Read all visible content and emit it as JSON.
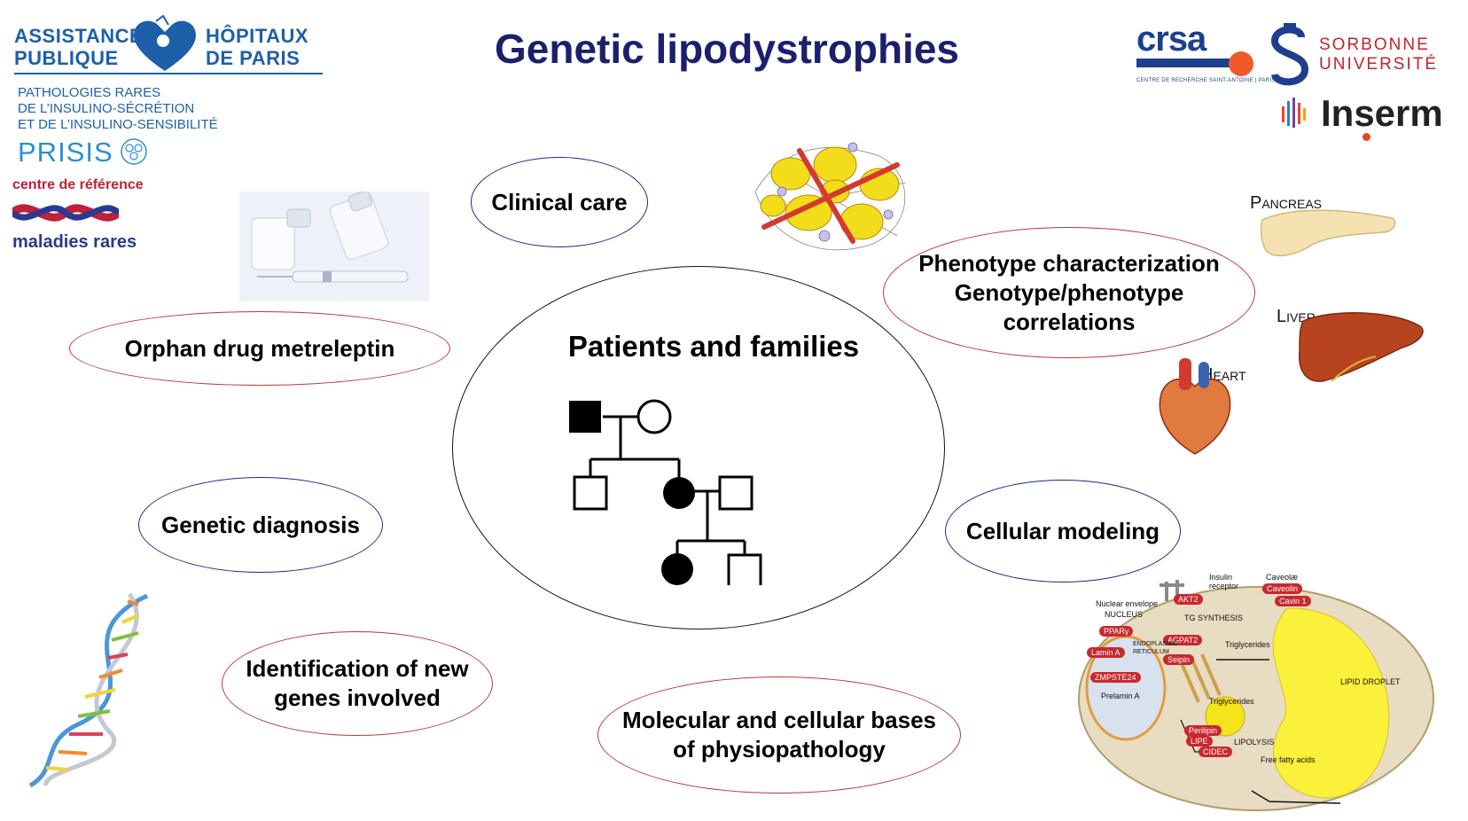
{
  "title": "Genetic lipodystrophies",
  "center": {
    "label": "Patients and families"
  },
  "nodes": {
    "clinical_care": "Clinical care",
    "orphan_drug": "Orphan drug metreleptin",
    "genetic_diagnosis": "Genetic diagnosis",
    "new_genes": "Identification of new\ngenes involved",
    "molecular_bases": "Molecular and cellular bases\nof physiopathology",
    "cellular_modeling": "Cellular modeling",
    "phenotype": "Phenotype characterization\nGenotype/phenotype\ncorrelations"
  },
  "organs": {
    "pancreas": "Pancreas",
    "liver": "Liver",
    "heart": "Heart"
  },
  "logos": {
    "aphp_left": "ASSISTANCE\nPUBLIQUE",
    "aphp_right": "HÔPITAUX\nDE  PARIS",
    "prisis_sub": "PATHOLOGIES RARES\nDE L’INSULINO-SÉCRÉTION\nET DE L’INSULINO-SENSIBILITÉ",
    "prisis": "PRISIS",
    "cref_top": "centre de référence",
    "cref_bottom": "maladies rares",
    "crsa": "crsa",
    "crsa_sub": "CENTRE DE RECHERCHE SAINT-ANTOINE | PARIS",
    "sorbonne": "SORBONNE\nUNIVERSITÉ",
    "inserm": "Inserm"
  },
  "cell_labels": {
    "insulin_receptor": "Insulin\nreceptor",
    "caveolae": "Caveolæ",
    "caveolin": "Caveolin",
    "cavin": "Cavin 1",
    "akt2": "AKT2",
    "tg_synthesis": "TG SYNTHESIS",
    "nuclear_envelope": "Nuclear envelope",
    "nucleus": "NUCLEUS",
    "ppar": "PPARγ",
    "lamin": "Lamin A",
    "zmpste24": "ZMPSTE24",
    "agpat2": "AGPAT2",
    "seipin": "Seipin",
    "er": "ENDOPLASMIC\nRETICULUM",
    "triglycerides_1": "Triglycerides",
    "triglycerides_2": "Triglycerides",
    "lipid_droplet": "LIPID DROPLET",
    "prelamin": "Prelamin A",
    "perilipin": "Perilipin",
    "lipe": "LIPE",
    "cidec": "CIDEC",
    "lipolysis": "LIPOLYSIS",
    "ffa": "Free fatty acids"
  }
}
